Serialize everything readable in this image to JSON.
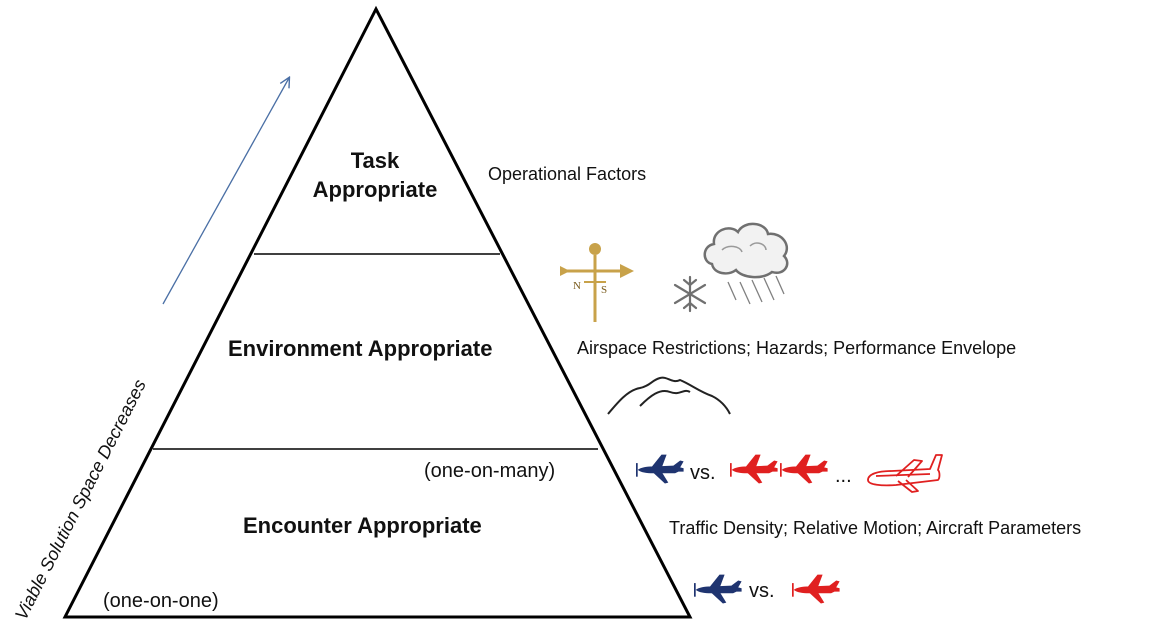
{
  "tiers": {
    "task": {
      "line1": "Task",
      "line2": "Appropriate"
    },
    "environment": {
      "label": "Environment Appropriate"
    },
    "encounter": {
      "label": "Encounter Appropriate"
    }
  },
  "factors": {
    "task": "Operational Factors",
    "environment": "Airspace Restrictions; Hazards; Performance Envelope",
    "encounter": "Traffic Density; Relative Motion; Aircraft Parameters"
  },
  "encounter_modes": {
    "many": "(one-on-many)",
    "one": "(one-on-one)"
  },
  "comparison": {
    "vs": "vs.",
    "ellipsis": "..."
  },
  "compass": {
    "north": "N",
    "south": "S"
  },
  "axis": {
    "label": "Viable Solution Space Decreases"
  },
  "colors": {
    "own_aircraft": "#1f3470",
    "traffic_aircraft": "#e02020",
    "vane": "#c8a24a",
    "cloud": "#707070",
    "arrow": "#4a6fa5"
  },
  "icons": {
    "weather_vane": "weather-vane-icon",
    "snowflake": "snowflake-icon",
    "storm_cloud": "storm-cloud-icon",
    "mountains": "mountains-icon",
    "own_aircraft": "blue-aircraft-icon",
    "traffic_aircraft": "red-aircraft-icon",
    "airliner": "red-airliner-icon"
  }
}
